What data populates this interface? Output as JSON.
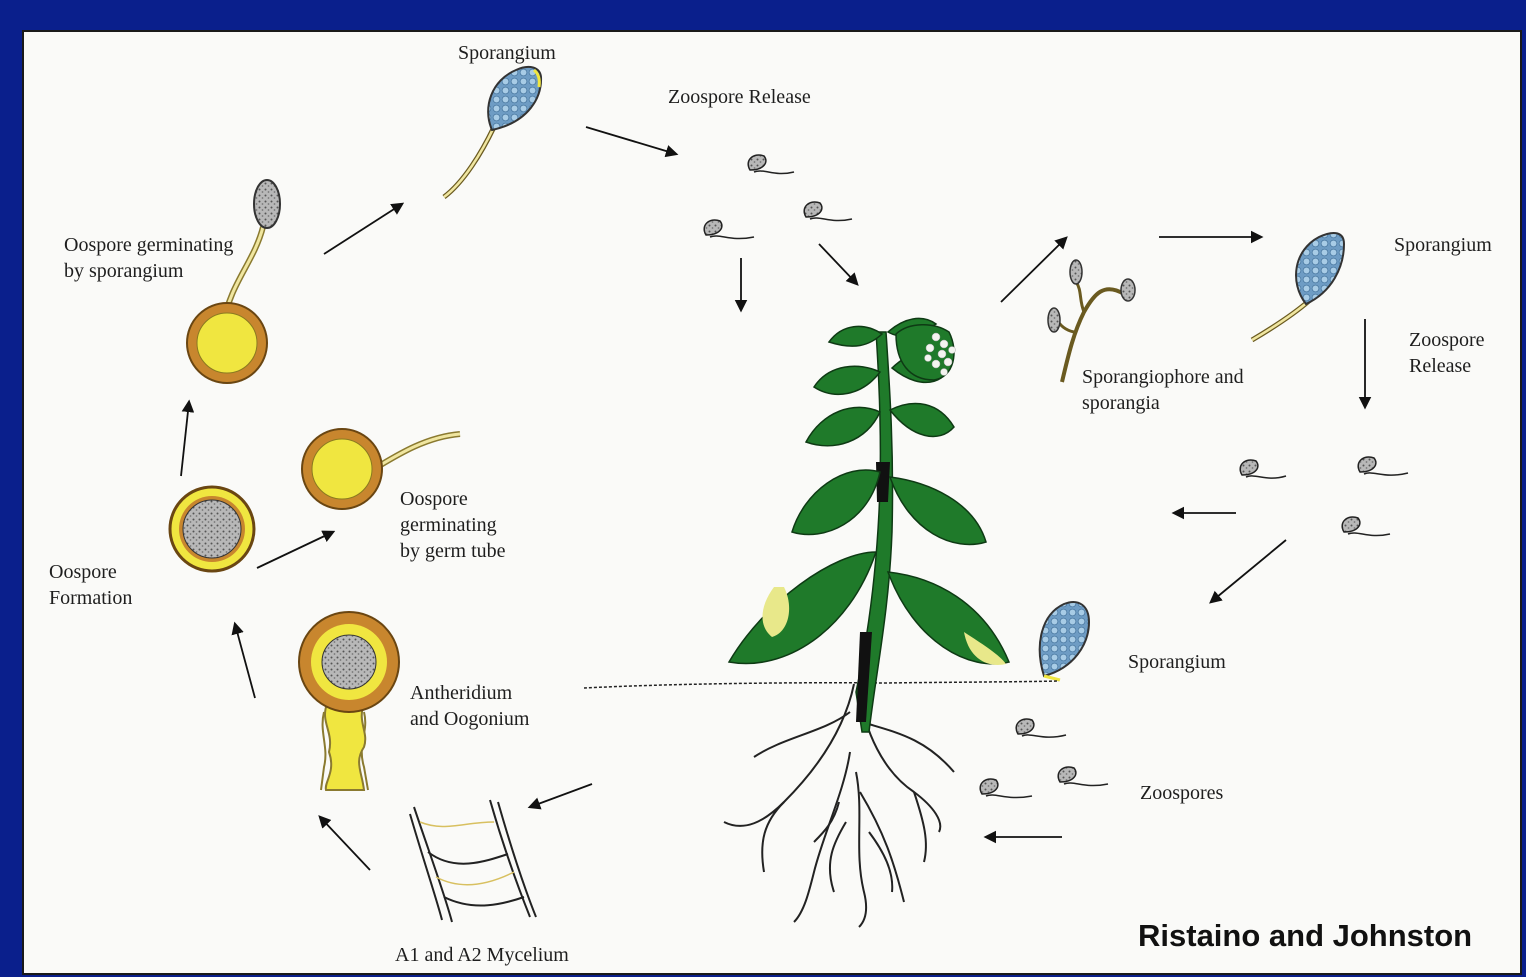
{
  "labels": {
    "sporangium_top": "Sporangium",
    "zoospore_release_top": "Zoospore Release",
    "oospore_germ_sporangium_l1": "Oospore germinating",
    "oospore_germ_sporangium_l2": "by sporangium",
    "oospore_germ_tube_l1": "Oospore",
    "oospore_germ_tube_l2": "germinating",
    "oospore_germ_tube_l3": "by germ tube",
    "oospore_formation_l1": "Oospore",
    "oospore_formation_l2": "Formation",
    "antheridium_l1": "Antheridium",
    "antheridium_l2": "and Oogonium",
    "mycelium": "A1 and A2 Mycelium",
    "sporangiophore_l1": "Sporangiophore and",
    "sporangiophore_l2": "sporangia",
    "sporangium_right": "Sporangium",
    "zoospore_release_right_l1": "Zoospore",
    "zoospore_release_right_l2": "Release",
    "sporangium_lower": "Sporangium",
    "zoospores": "Zoospores"
  },
  "credit": "Ristaino and Johnston",
  "colors": {
    "frame": "#0a1f8c",
    "oospore_yellow": "#f0e640",
    "oospore_wall": "#c8862e",
    "leaf_green": "#1f7a2a",
    "sporangium_blue": "#8fb8d8",
    "lesion": "#e8e88a"
  }
}
